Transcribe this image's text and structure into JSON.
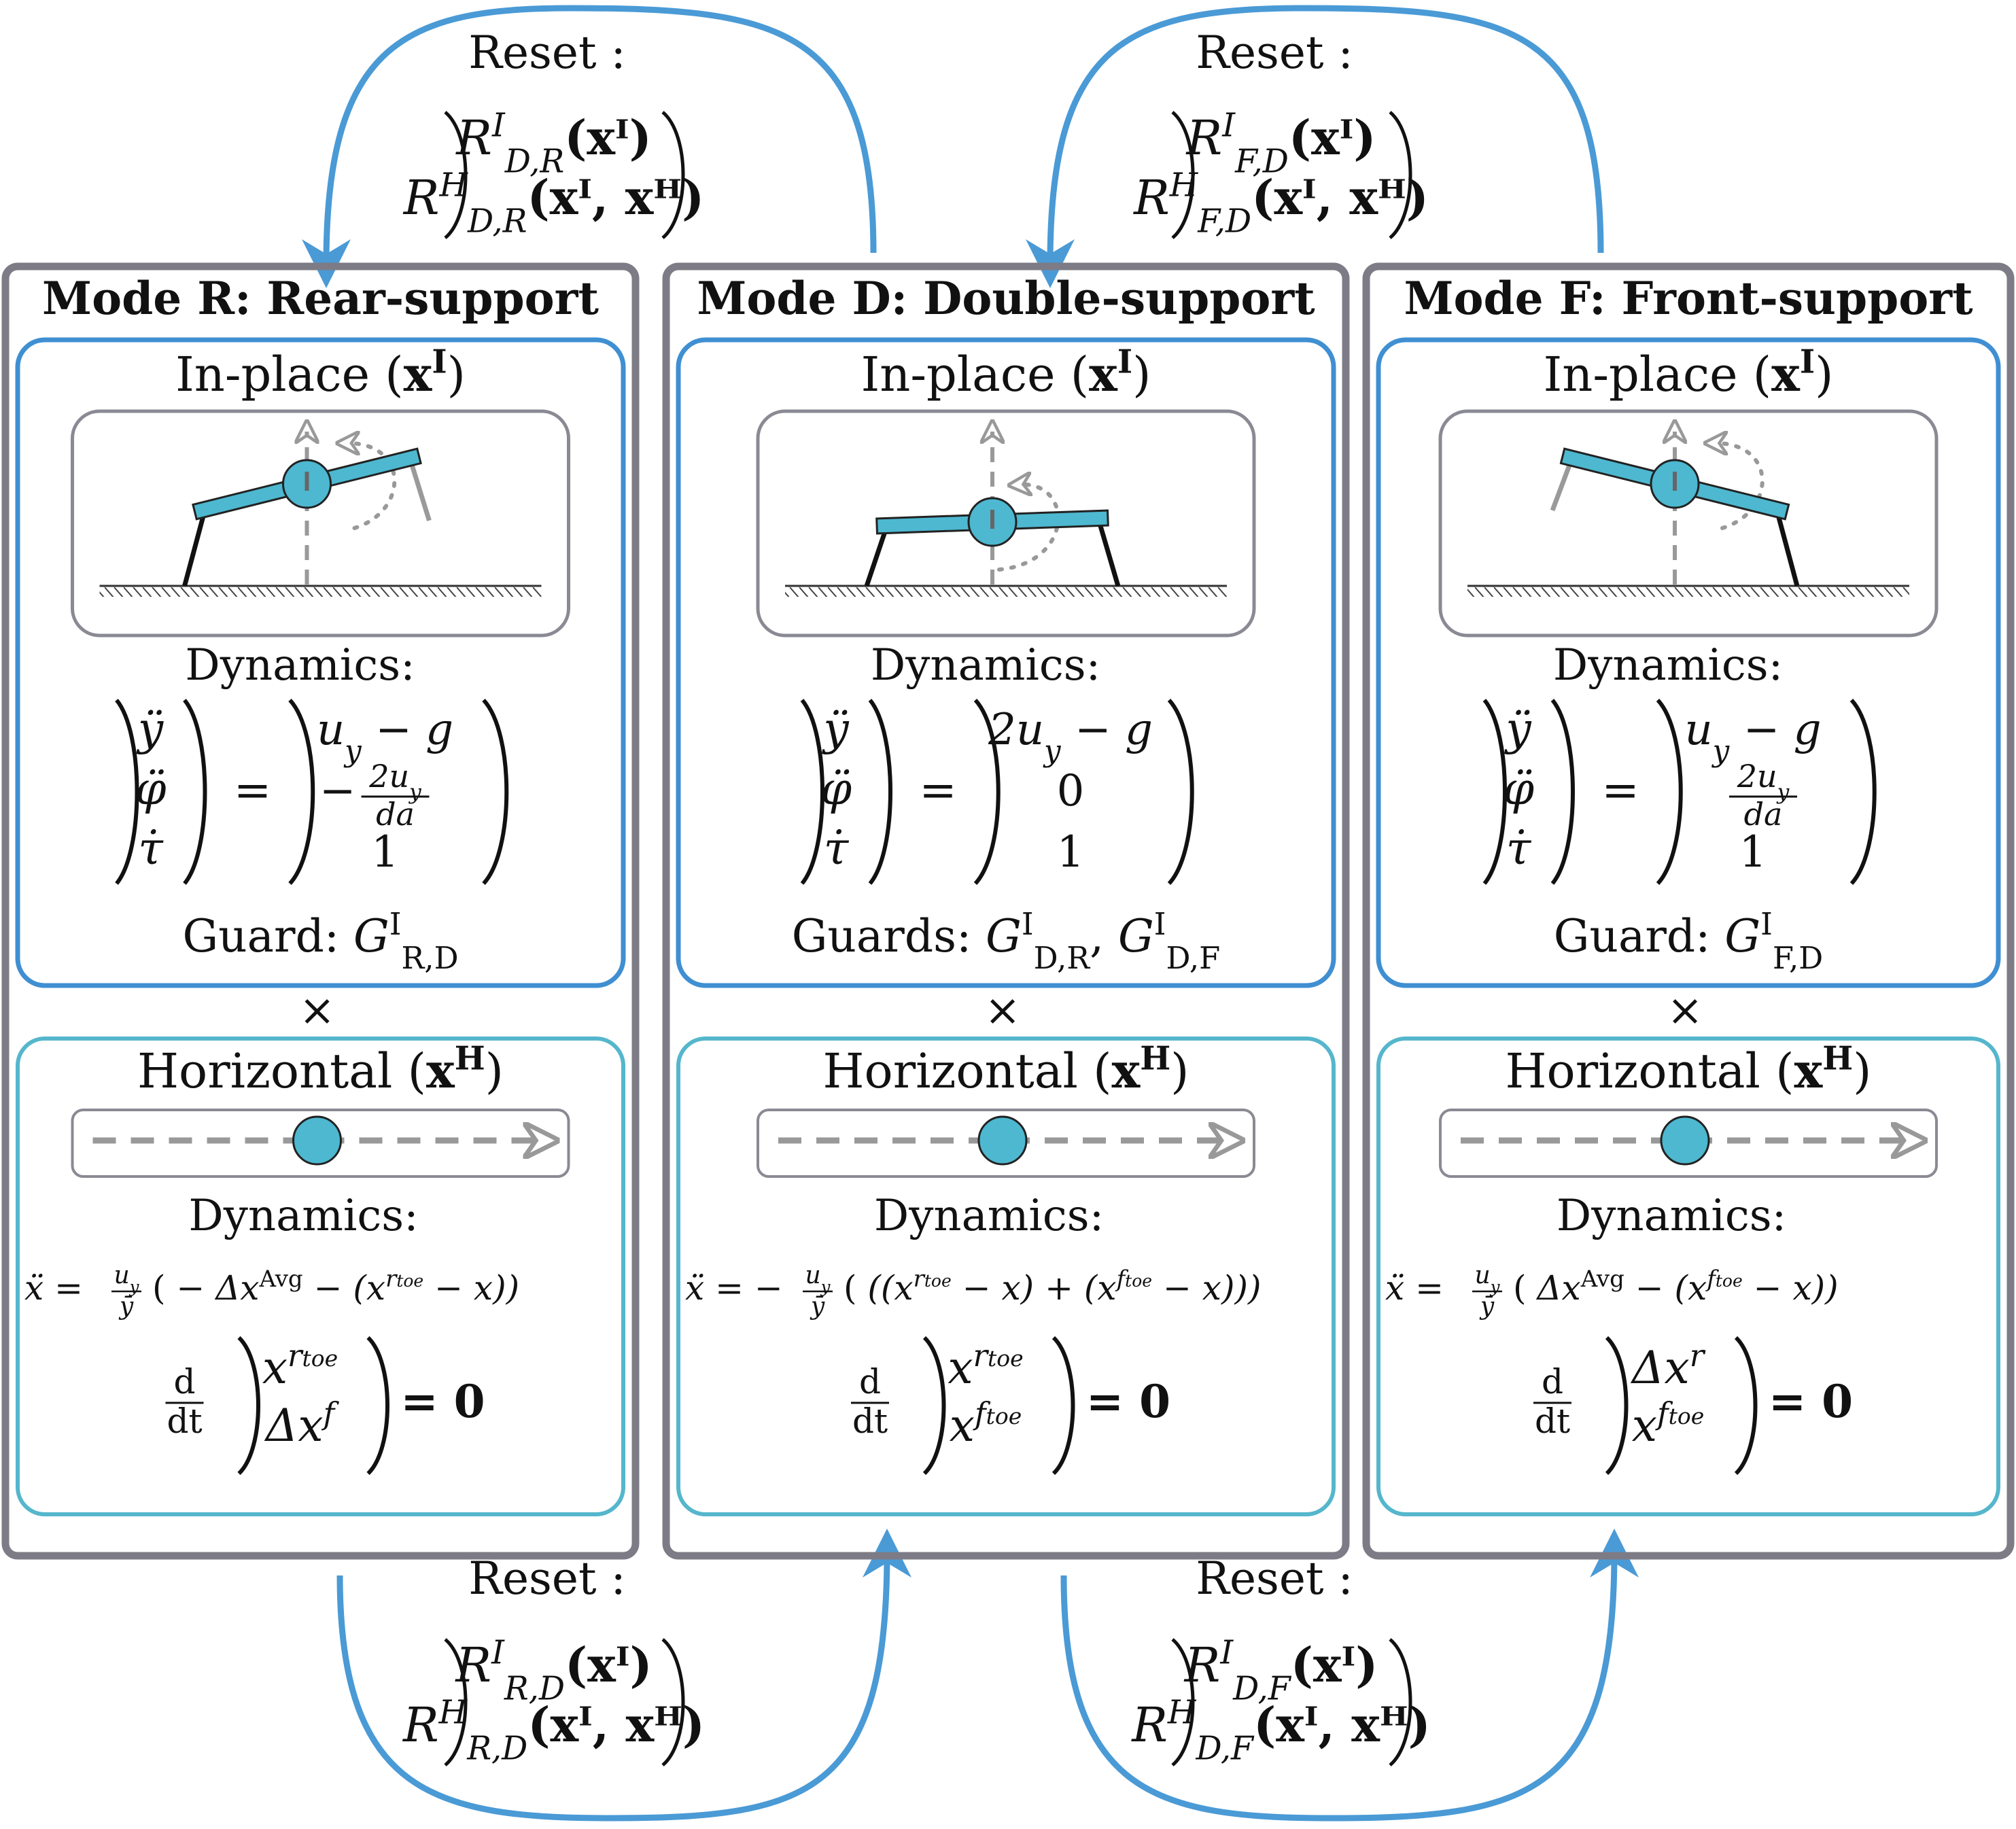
{
  "resets": {
    "top_left": {
      "label": "Reset :",
      "line1": "R",
      "line1_sup": "I",
      "line1_sub": "D,R",
      "line1_arg": "(xᴵ)",
      "line2": "R",
      "line2_sup": "H",
      "line2_sub": "D,R",
      "line2_arg": "(xᴵ, xᴴ)"
    },
    "top_right": {
      "label": "Reset :",
      "line1": "R",
      "line1_sup": "I",
      "line1_sub": "F,D",
      "line1_arg": "(xᴵ)",
      "line2": "R",
      "line2_sup": "H",
      "line2_sub": "F,D",
      "line2_arg": "(xᴵ, xᴴ)"
    },
    "bottom_left": {
      "label": "Reset :",
      "line1": "R",
      "line1_sup": "I",
      "line1_sub": "R,D",
      "line1_arg": "(xᴵ)",
      "line2": "R",
      "line2_sup": "H",
      "line2_sub": "R,D",
      "line2_arg": "(xᴵ, xᴴ)"
    },
    "bottom_right": {
      "label": "Reset :",
      "line1": "R",
      "line1_sup": "I",
      "line1_sub": "D,F",
      "line1_arg": "(xᴵ)",
      "line2": "R",
      "line2_sup": "H",
      "line2_sub": "D,F",
      "line2_arg": "(xᴵ, xᴴ)"
    }
  },
  "modes": [
    {
      "title": "Mode R: Rear-support",
      "inplace_title": "In-place (",
      "inplace_var": "x",
      "inplace_sup": "I",
      "inplace_close": ")",
      "dynamics_label": "Dynamics:",
      "lhs": [
        "ÿ",
        "φ̈",
        "τ̇"
      ],
      "equals": "=",
      "rhs_top": "u",
      "rhs_top_sub": "y",
      "rhs_top_rest": " − g",
      "rhs_mid_sign": "−",
      "rhs_mid_num": "2u",
      "rhs_mid_num_sub": "y",
      "rhs_mid_den": "da",
      "rhs_bot": "1",
      "guard_label": "Guard:",
      "guard_expr": "G",
      "guard_sup": "I",
      "guard_sub": "R,D",
      "guard_expr2": "",
      "guard_sup2": "",
      "guard_sub2": "",
      "times": "×",
      "horizontal_title": "Horizontal (",
      "horizontal_var": "x",
      "horizontal_sup": "H",
      "horizontal_close": ")",
      "hdyn_label": "Dynamics:",
      "hdyn_expr": "ẍ = (u_y/ȳ) ( − Δx^Avg − (x^{r_toe} − x))",
      "hdyn_lhs": "ẍ =",
      "hdyn_frac_num": "u",
      "hdyn_frac_num_sub": "y",
      "hdyn_frac_den": "ȳ",
      "hdyn_body_a": "− Δx",
      "hdyn_body_a_sup": "Avg",
      "hdyn_body_b": " − (x",
      "hdyn_body_b_sup": "r",
      "hdyn_body_b_supsub": "toe",
      "hdyn_body_c": " − x)",
      "ddt_num": "d",
      "ddt_den": "dt",
      "vec_top": "x",
      "vec_top_sup": "r",
      "vec_top_supsub": "toe",
      "vec_bot": "Δx",
      "vec_bot_sup": "f",
      "vec_bot_supsub": "",
      "zero": "= 0"
    },
    {
      "title": "Mode D: Double-support",
      "inplace_title": "In-place (",
      "inplace_var": "x",
      "inplace_sup": "I",
      "inplace_close": ")",
      "dynamics_label": "Dynamics:",
      "lhs": [
        "ÿ",
        "φ̈",
        "τ̇"
      ],
      "equals": "=",
      "rhs_top": "2u",
      "rhs_top_sub": "y",
      "rhs_top_rest": " − g",
      "rhs_mid_sign": "",
      "rhs_mid_num": "0",
      "rhs_mid_num_sub": "",
      "rhs_mid_den": "",
      "rhs_bot": "1",
      "guard_label": "Guards:",
      "guard_expr": "G",
      "guard_sup": "I",
      "guard_sub": "D,R",
      "guard_expr2": "G",
      "guard_sup2": "I",
      "guard_sub2": "D,F",
      "times": "×",
      "horizontal_title": "Horizontal (",
      "horizontal_var": "x",
      "horizontal_sup": "H",
      "horizontal_close": ")",
      "hdyn_label": "Dynamics:",
      "hdyn_lhs": "ẍ = −",
      "hdyn_frac_num": "u",
      "hdyn_frac_num_sub": "y",
      "hdyn_frac_den": "ȳ",
      "hdyn_body_a": "((x",
      "hdyn_body_a_sup": "r",
      "hdyn_body_a_supsub": "toe",
      "hdyn_body_b": " − x) + (x",
      "hdyn_body_b_sup": "f",
      "hdyn_body_b_supsub": "toe",
      "hdyn_body_c": " − x))",
      "ddt_num": "d",
      "ddt_den": "dt",
      "vec_top": "x",
      "vec_top_sup": "r",
      "vec_top_supsub": "toe",
      "vec_bot": "x",
      "vec_bot_sup": "f",
      "vec_bot_supsub": "toe",
      "zero": "= 0"
    },
    {
      "title": "Mode F: Front-support",
      "inplace_title": "In-place (",
      "inplace_var": "x",
      "inplace_sup": "I",
      "inplace_close": ")",
      "dynamics_label": "Dynamics:",
      "lhs": [
        "ÿ",
        "φ̈",
        "τ̇"
      ],
      "equals": "=",
      "rhs_top": "u",
      "rhs_top_sub": "y",
      "rhs_top_rest": " − g",
      "rhs_mid_sign": "",
      "rhs_mid_num": "2u",
      "rhs_mid_num_sub": "y",
      "rhs_mid_den": "da",
      "rhs_bot": "1",
      "guard_label": "Guard:",
      "guard_expr": "G",
      "guard_sup": "I",
      "guard_sub": "F,D",
      "guard_expr2": "",
      "guard_sup2": "",
      "guard_sub2": "",
      "times": "×",
      "horizontal_title": "Horizontal (",
      "horizontal_var": "x",
      "horizontal_sup": "H",
      "horizontal_close": ")",
      "hdyn_label": "Dynamics:",
      "hdyn_lhs": "ẍ =",
      "hdyn_frac_num": "u",
      "hdyn_frac_num_sub": "y",
      "hdyn_frac_den": "ȳ",
      "hdyn_body_a": "Δx",
      "hdyn_body_a_sup": "Avg",
      "hdyn_body_a_supsub": "",
      "hdyn_body_b": " − (x",
      "hdyn_body_b_sup": "f",
      "hdyn_body_b_supsub": "toe",
      "hdyn_body_c": " − x)",
      "ddt_num": "d",
      "ddt_den": "dt",
      "vec_top": "Δx",
      "vec_top_sup": "r",
      "vec_top_supsub": "",
      "vec_bot": "x",
      "vec_bot_sup": "f",
      "vec_bot_supsub": "toe",
      "zero": "= 0"
    }
  ],
  "colors": {
    "mode_border": "#7d7c86",
    "inplace_border": "#3f8fd2",
    "horizontal_border": "#55b6cc",
    "arrow": "#4a9ad6",
    "body_fill": "#4db8d0",
    "sketch_border": "#8a8a94",
    "leg_dark": "#111111",
    "leg_light": "#9a9a9a",
    "dashed": "#999999"
  }
}
